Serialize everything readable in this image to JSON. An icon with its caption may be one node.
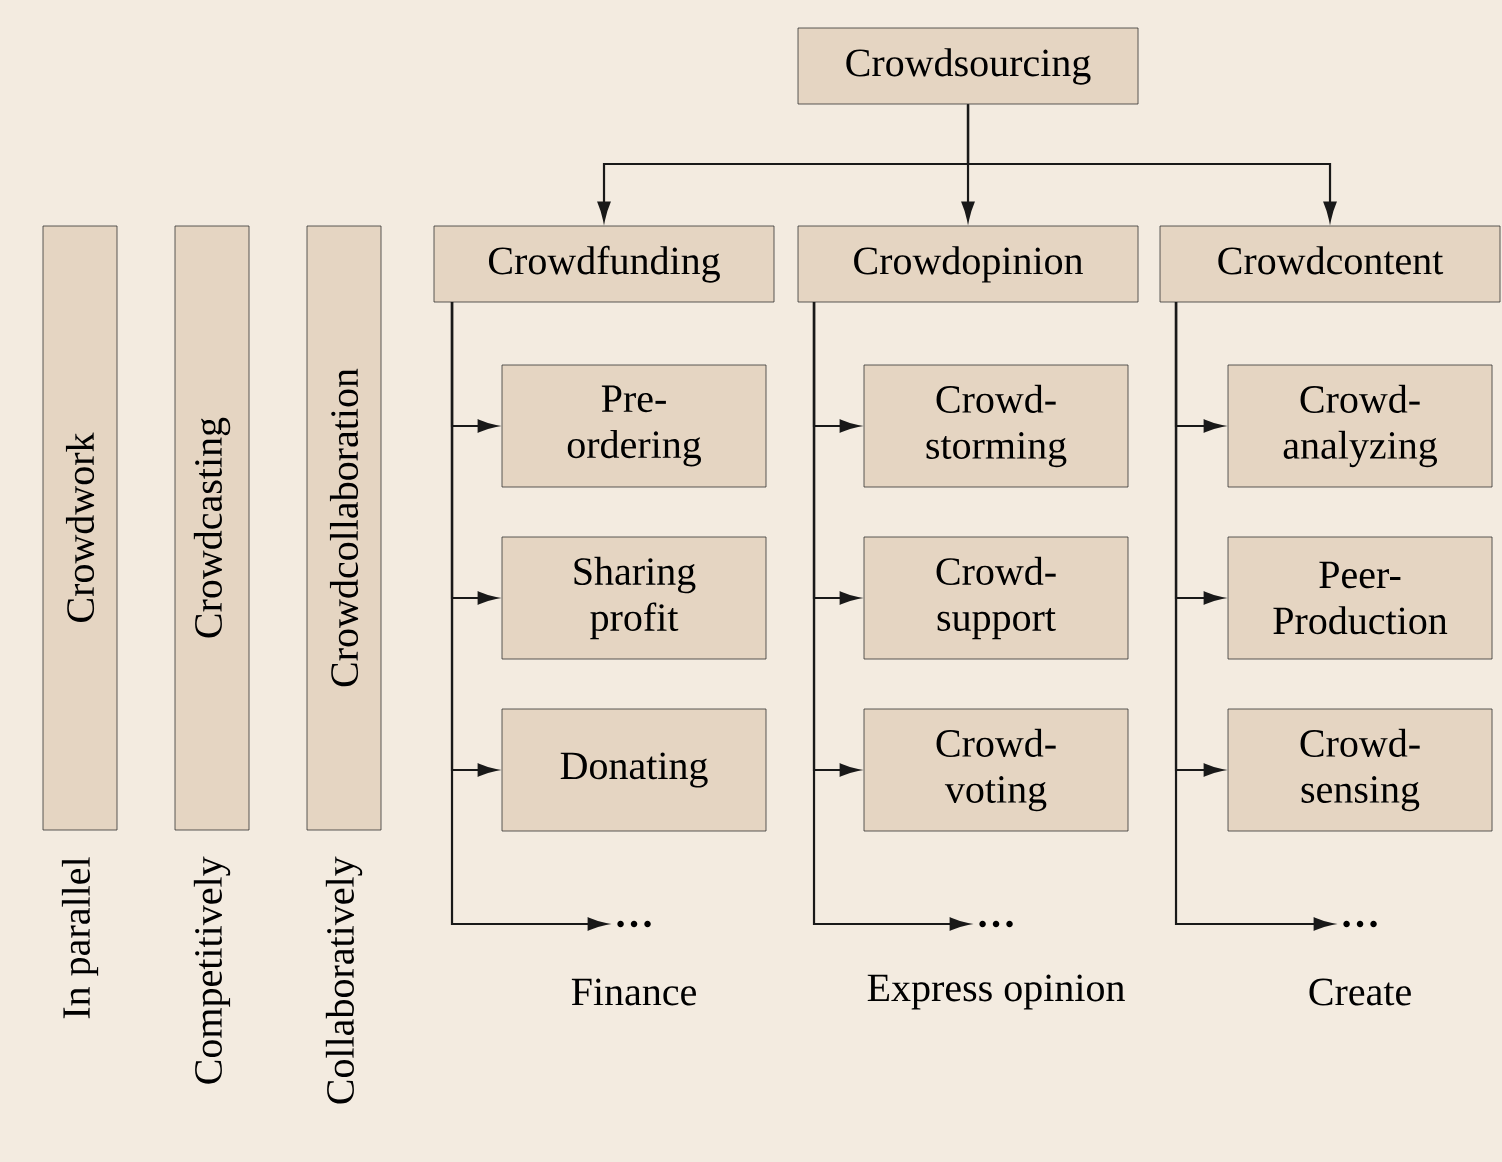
{
  "diagram": {
    "nodes": [
      {
        "text": [
          "Crowdwork"
        ],
        "beside": [
          "In parallel"
        ]
      },
      {
        "text": [
          "Crowdcasting"
        ],
        "beside": [
          "Competitively"
        ]
      },
      {
        "text": [
          "Crowdcollaboration"
        ],
        "beside": [
          "Collaboratively"
        ]
      },
      {
        "text": [
          "Crowdsourcing"
        ]
      },
      {
        "text": [
          "Crowdfunding"
        ]
      },
      {
        "text": [
          "Crowdopinion"
        ]
      },
      {
        "text": [
          "Crowdcontent"
        ]
      },
      {
        "text": [
          "Pre-ordering"
        ]
      },
      {
        "text": [
          "Sharing profit"
        ]
      },
      {
        "text": [
          "Donating"
        ]
      },
      {
        "text": [
          "…"
        ]
      },
      {
        "text": [
          "Crowd-storming"
        ]
      },
      {
        "text": [
          "Crowd-support"
        ]
      },
      {
        "text": [
          "Crowd-voting"
        ]
      },
      {
        "text": [
          "…"
        ]
      },
      {
        "text": [
          "Crowd-analyzing"
        ]
      },
      {
        "text": [
          "Peer-Production"
        ]
      },
      {
        "text": [
          "Crowd-sensing"
        ]
      },
      {
        "text": [
          "…"
        ]
      }
    ],
    "edges": [
      {
        "from": 3,
        "to": 4,
        "arrow": "to"
      },
      {
        "from": 3,
        "to": 5,
        "arrow": "to"
      },
      {
        "from": 3,
        "to": 6,
        "arrow": "to"
      },
      {
        "from": 4,
        "to": 7,
        "arrow": "to"
      },
      {
        "from": 4,
        "to": 8,
        "arrow": "to"
      },
      {
        "from": 4,
        "to": 9,
        "arrow": "to"
      },
      {
        "from": 4,
        "to": 10,
        "arrow": "to"
      },
      {
        "from": 5,
        "to": 11,
        "arrow": "to"
      },
      {
        "from": 5,
        "to": 12,
        "arrow": "to"
      },
      {
        "from": 5,
        "to": 13,
        "arrow": "to"
      },
      {
        "from": 5,
        "to": 14,
        "arrow": "to"
      },
      {
        "from": 6,
        "to": 15,
        "arrow": "to"
      },
      {
        "from": 6,
        "to": 16,
        "arrow": "to"
      },
      {
        "from": 6,
        "to": 17,
        "arrow": "to"
      },
      {
        "from": 6,
        "to": 18,
        "arrow": "to"
      }
    ],
    "labels": [
      "Finance",
      "Express opinion",
      "Create"
    ]
  }
}
